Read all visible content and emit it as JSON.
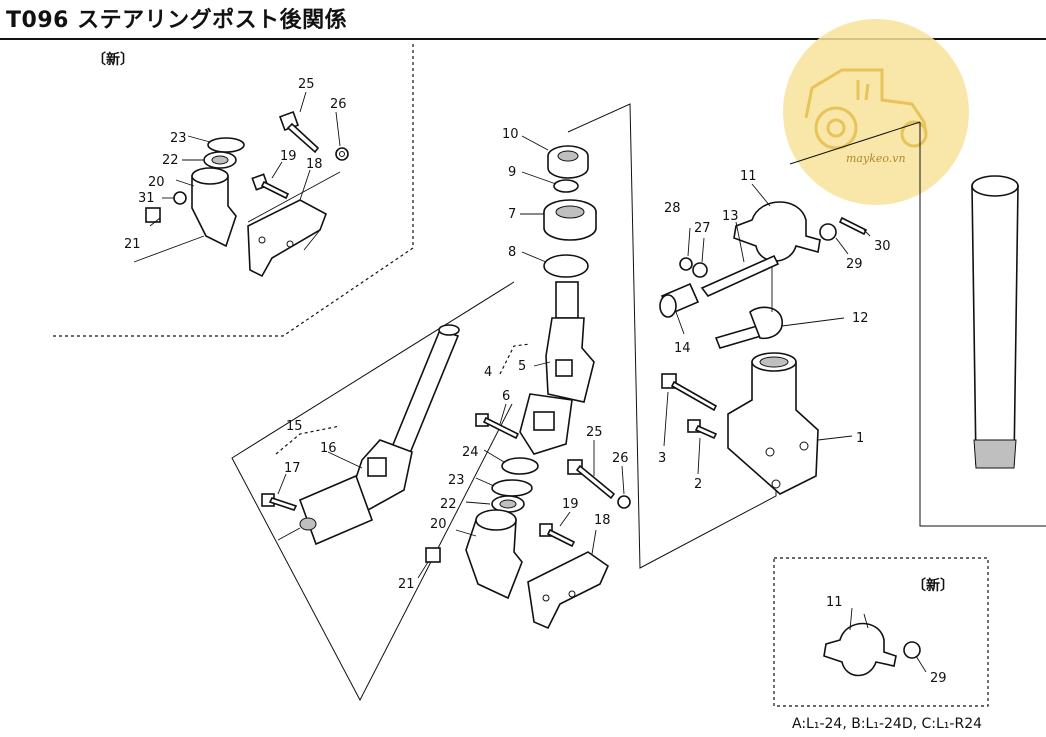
{
  "page": {
    "title": "T096 ステアリングポスト後関係",
    "footnote": "A:L₁-24, B:L₁-24D, C:L₁-R24"
  },
  "insets": {
    "new_label_top": "〔新〕",
    "new_label_bottom": "〔新〕"
  },
  "watermark": {
    "text": "maykeo.vn",
    "color": "#f7e39a"
  },
  "callouts": {
    "n1": "1",
    "n2": "2",
    "n3": "3",
    "n4": "4",
    "n5": "5",
    "n6": "6",
    "n7": "7",
    "n8": "8",
    "n9": "9",
    "n10": "10",
    "n11": "11",
    "n12": "12",
    "n13": "13",
    "n14": "14",
    "n15": "15",
    "n16": "16",
    "n17": "17",
    "n18": "18",
    "n19": "19",
    "n20": "20",
    "n21": "21",
    "n22": "22",
    "n23": "23",
    "n24": "24",
    "n25": "25",
    "n26": "26",
    "n27": "27",
    "n28": "28",
    "n29": "29",
    "n30": "30",
    "n31": "31"
  }
}
